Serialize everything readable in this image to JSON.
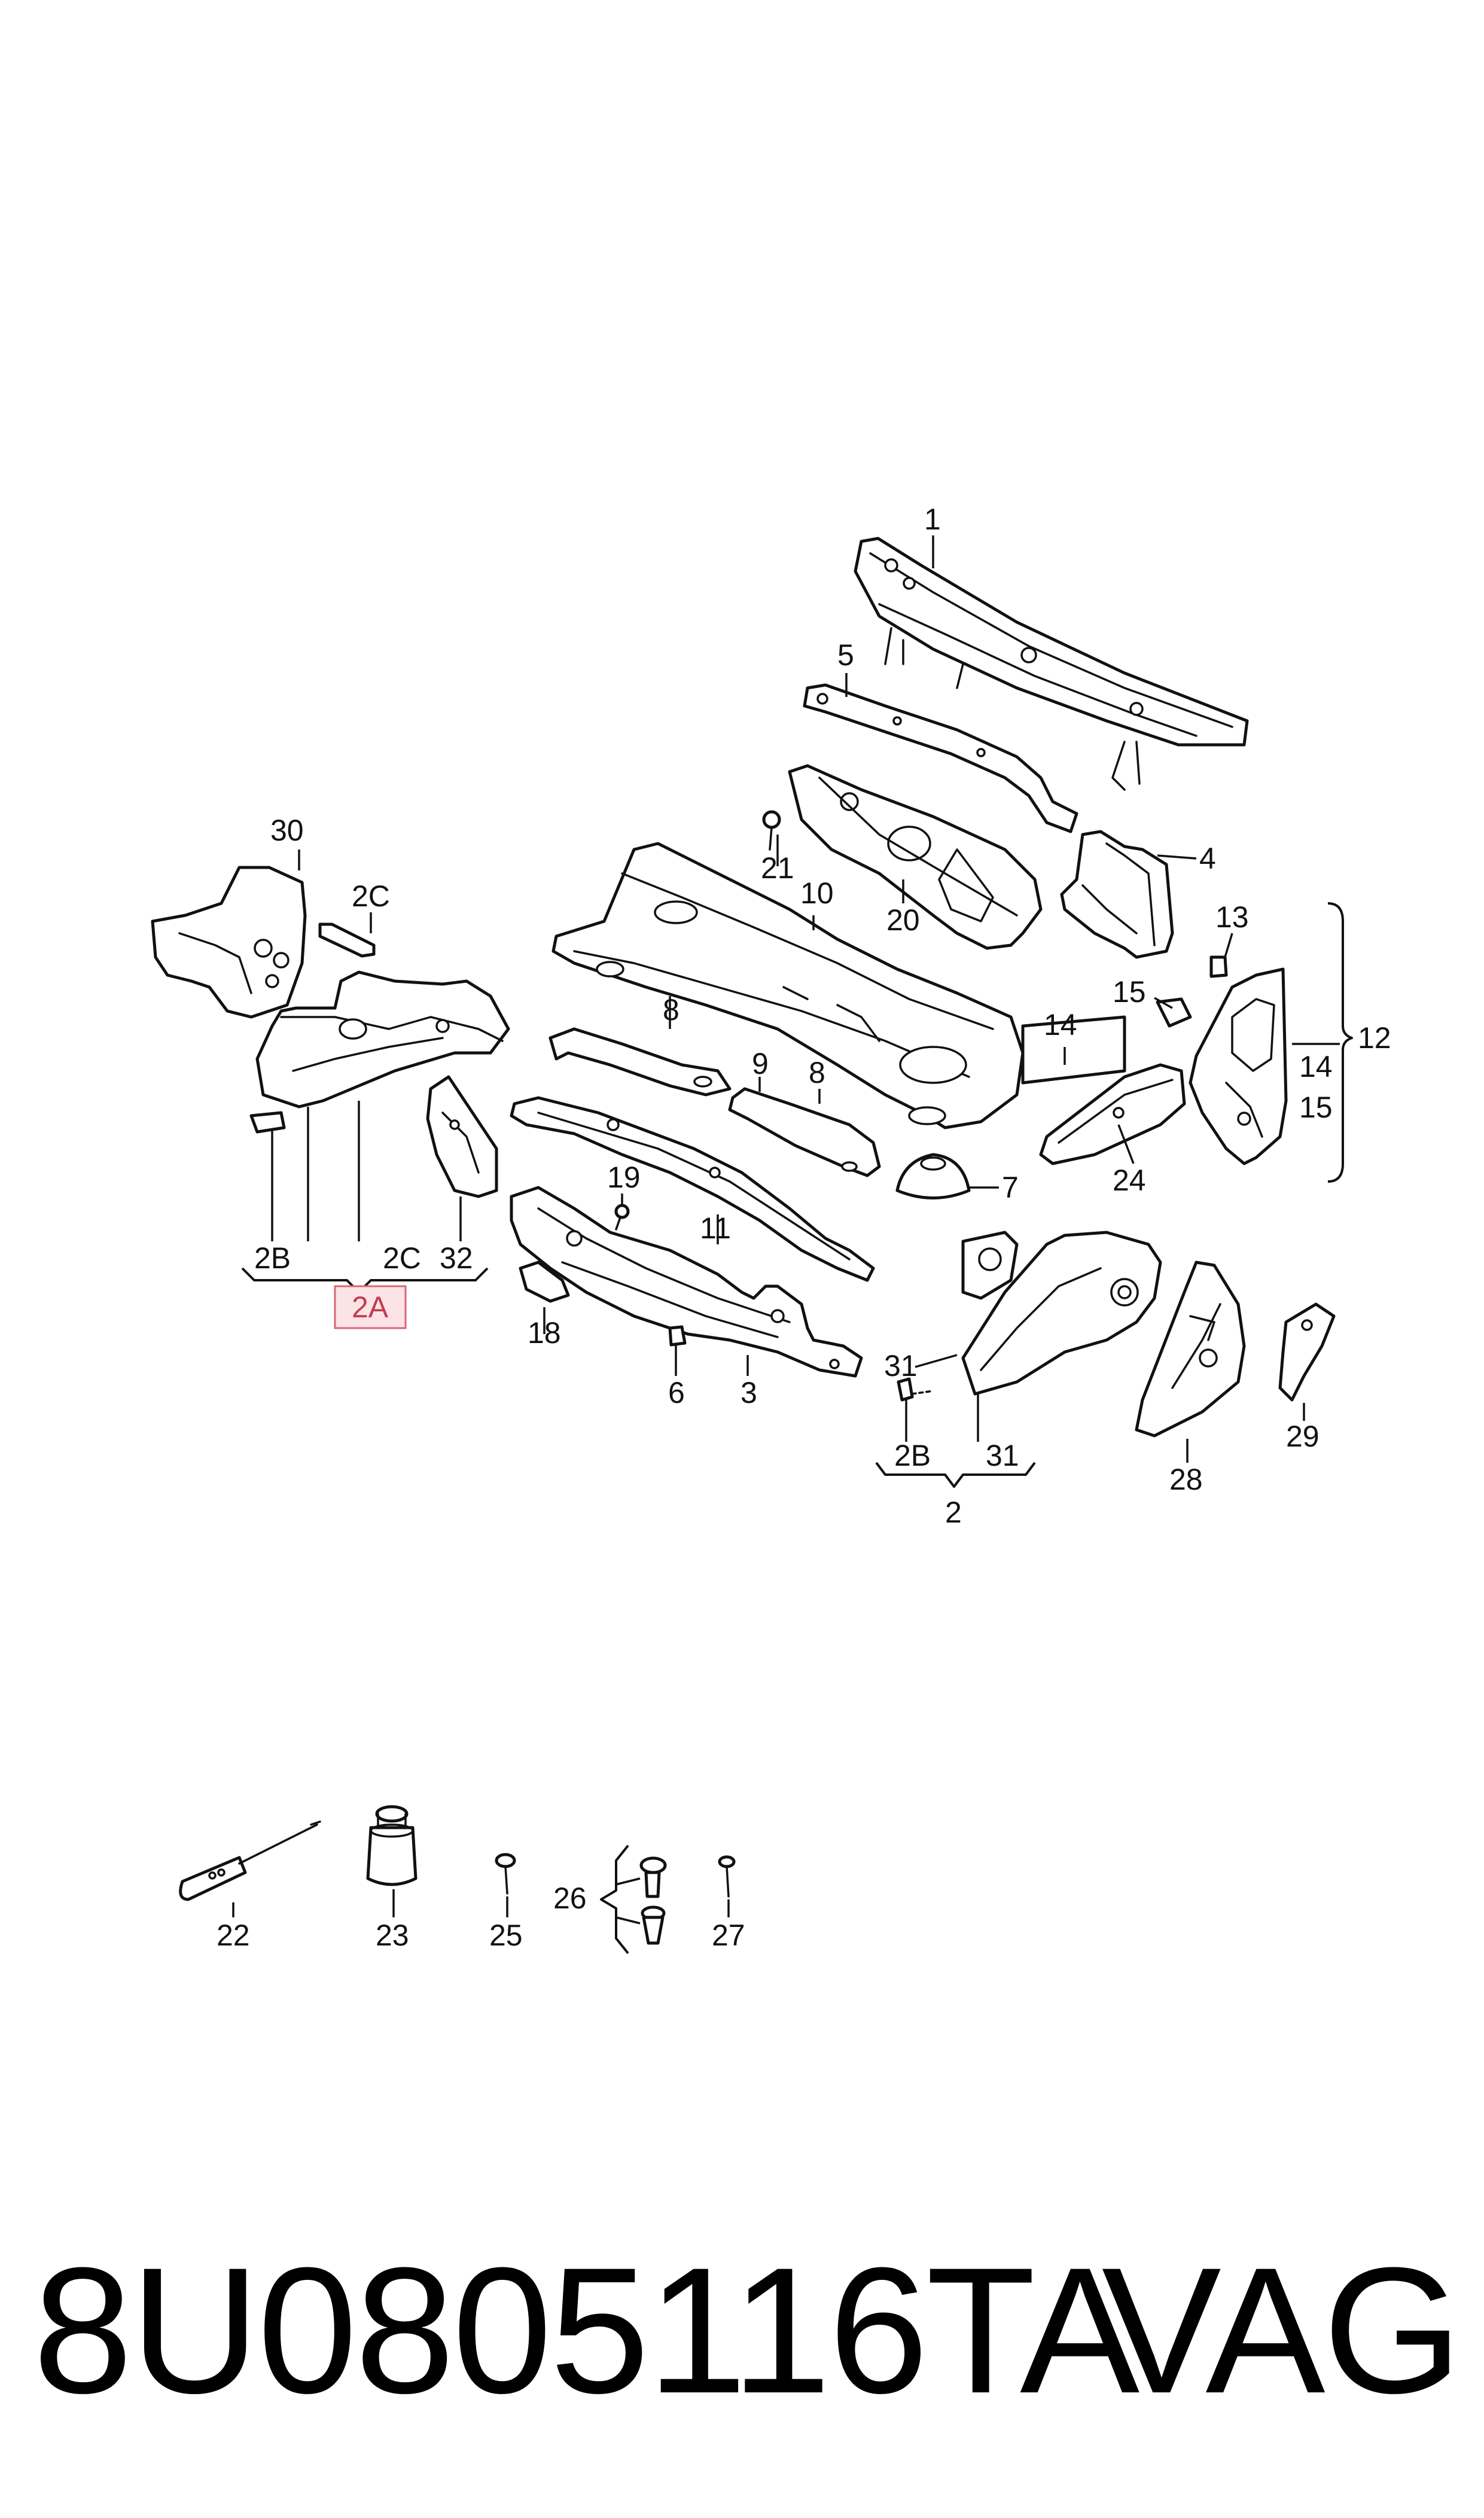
{
  "labels": {
    "l1": "1",
    "l5": "5",
    "l4": "4",
    "l21": "21",
    "l10": "10",
    "l20": "20",
    "l13": "13",
    "l15a": "15",
    "l14a": "14",
    "l12": "12",
    "l14b": "14",
    "l15b": "15",
    "l30": "30",
    "l2Ctop": "2C",
    "l8a": "8",
    "l9": "9",
    "l8b": "8",
    "l7": "7",
    "l24": "24",
    "l19": "19",
    "l11": "11",
    "l2B": "2B",
    "l2Cbot": "2C",
    "l32": "32",
    "l2A": "2A",
    "l18": "18",
    "l6": "6",
    "l3": "3",
    "l31a": "31",
    "l2Bb": "2B",
    "l31b": "31",
    "l2": "2",
    "l28": "28",
    "l29": "29",
    "l22": "22",
    "l23": "23",
    "l25": "25",
    "l26": "26",
    "l27": "27"
  },
  "footer": {
    "part_number": "8U0805116TA",
    "brand": "VAG"
  }
}
